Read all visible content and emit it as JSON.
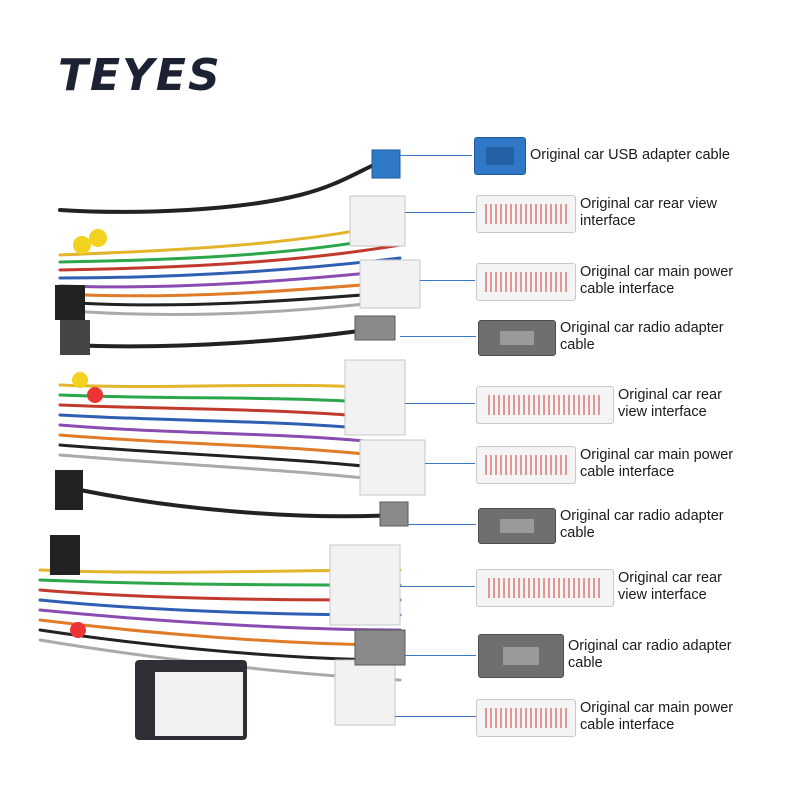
{
  "brand": {
    "logo_text": "TEYES"
  },
  "callouts": [
    {
      "label": "Original car USB adapter cable",
      "connector": "blue"
    },
    {
      "label": "Original car rear view interface",
      "connector": "white"
    },
    {
      "label": "Original car main power cable interface",
      "connector": "white"
    },
    {
      "label": "Original car radio adapter cable",
      "connector": "gray"
    },
    {
      "label": "Original car rear view interface",
      "connector": "white"
    },
    {
      "label": "Original car main power cable interface",
      "connector": "white"
    },
    {
      "label": "Original car radio adapter cable",
      "connector": "gray"
    },
    {
      "label": "Original car rear view interface",
      "connector": "white"
    },
    {
      "label": "Original car radio adapter cable",
      "connector": "gray"
    },
    {
      "label": "Original car main power cable interface",
      "connector": "white"
    }
  ],
  "colors": {
    "leader": "#3e78c4",
    "usb_connector": "#2f79c8",
    "radio_connector": "#6f6f6f",
    "rear_connector": "#f4f4f4"
  }
}
